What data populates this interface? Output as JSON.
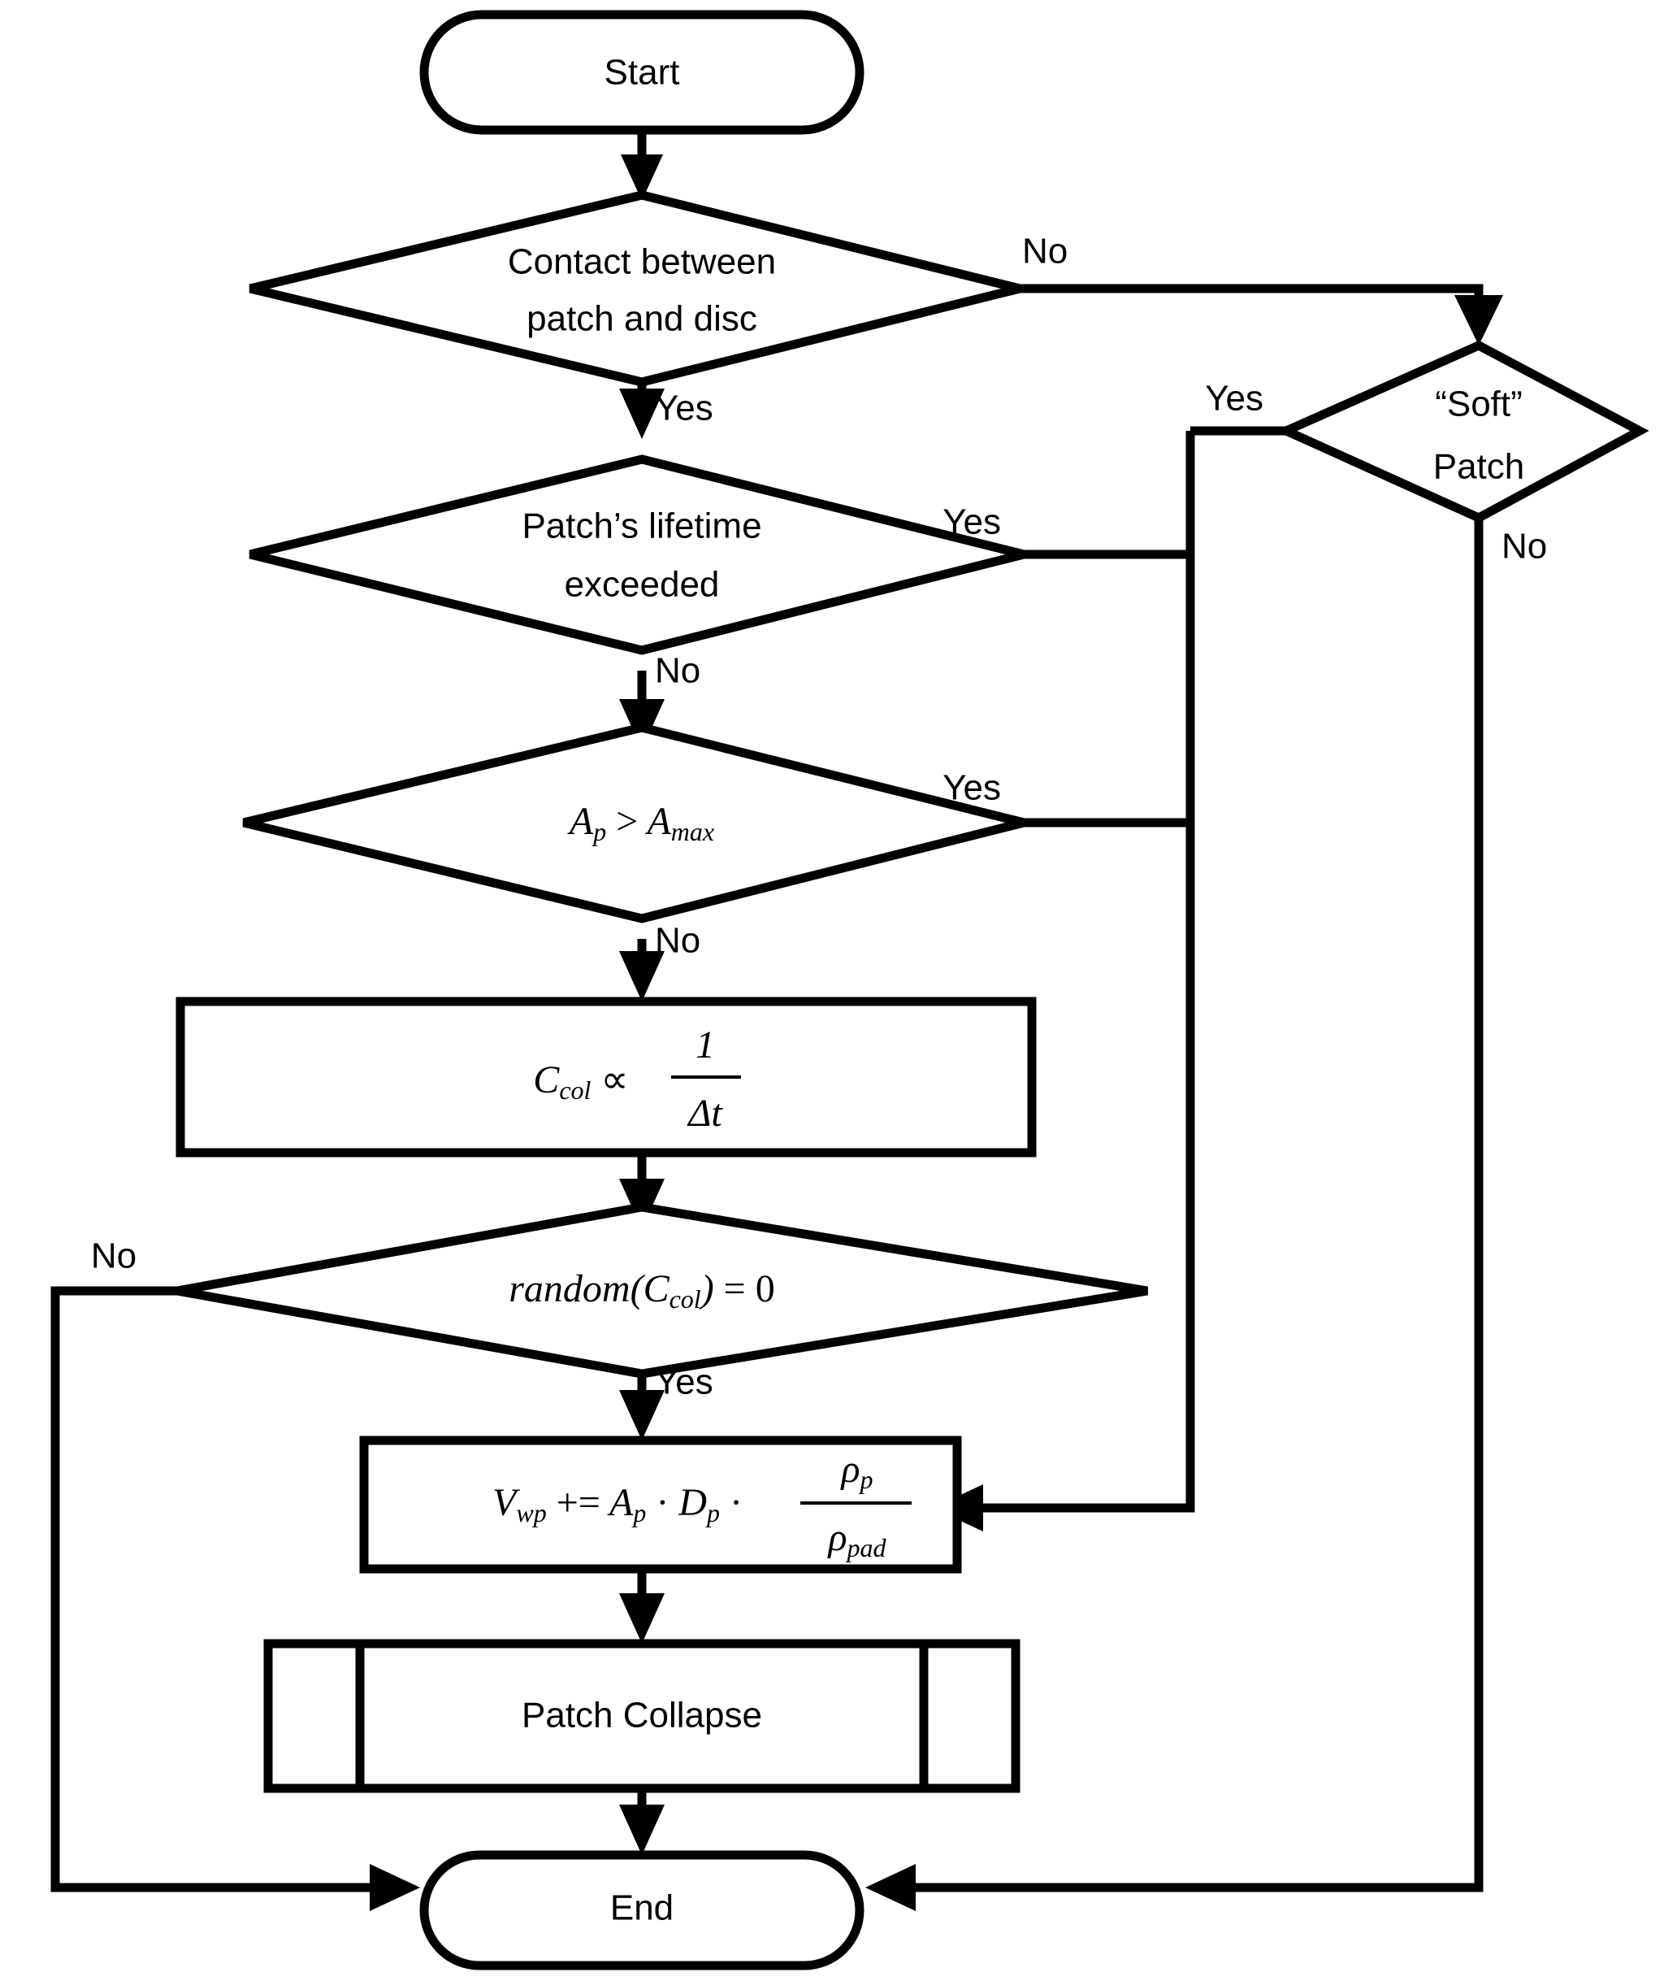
{
  "diagram": {
    "title": "Patch wear / collapse simulation flowchart",
    "background_color": "#ffffff",
    "line_color": "#000000",
    "nodes": [
      {
        "id": "start",
        "type": "terminator",
        "label": "Start"
      },
      {
        "id": "contact",
        "type": "decision",
        "label_line1": "Contact between",
        "label_line2": "patch and disc"
      },
      {
        "id": "soft_patch",
        "type": "decision",
        "label_line1": "“Soft”",
        "label_line2": "Patch"
      },
      {
        "id": "lifetime",
        "type": "decision",
        "label_line1": "Patch’s lifetime",
        "label_line2": "exceeded"
      },
      {
        "id": "area_check",
        "type": "decision",
        "label_math": "A_p > A_max",
        "math_parts": {
          "a1": "A",
          "sub1": "p",
          "op": ">",
          "a2": "A",
          "sub2": "max"
        }
      },
      {
        "id": "ccol",
        "type": "process",
        "label_math": "C_col ∝ 1/Δt",
        "math_parts": {
          "c": "C",
          "sub": "col",
          "prop": "∝",
          "numer": "1",
          "denom": "Δt"
        }
      },
      {
        "id": "random_check",
        "type": "decision",
        "label_math": "random(C_col) = 0",
        "math_parts": {
          "fn": "random(",
          "c": "C",
          "sub": "col",
          "close": ")",
          "eq": "= 0"
        }
      },
      {
        "id": "vwp",
        "type": "process",
        "label_math": "V_wp += A_p · D_p · ρ_p/ρ_pad",
        "math_parts": {
          "v": "V",
          "vsub": "wp",
          "assign": "+=",
          "a": "A",
          "asub": "p",
          "dot1": "·",
          "d": "D",
          "dsub": "p",
          "dot2": "·",
          "rho_num": "ρ",
          "rho_num_sub": "p",
          "rho_den": "ρ",
          "rho_den_sub": "pad"
        }
      },
      {
        "id": "patch_collapse",
        "type": "predefined-process",
        "label": "Patch Collapse"
      },
      {
        "id": "end",
        "type": "terminator",
        "label": "End"
      }
    ],
    "edges": [
      {
        "from": "start",
        "to": "contact",
        "label": ""
      },
      {
        "from": "contact",
        "to": "lifetime",
        "label": "Yes"
      },
      {
        "from": "contact",
        "to": "soft_patch",
        "label": "No"
      },
      {
        "from": "soft_patch",
        "to": "vwp",
        "label": "Yes"
      },
      {
        "from": "soft_patch",
        "to": "end",
        "label": "No"
      },
      {
        "from": "lifetime",
        "to": "vwp",
        "label": "Yes"
      },
      {
        "from": "lifetime",
        "to": "area_check",
        "label": "No"
      },
      {
        "from": "area_check",
        "to": "vwp",
        "label": "Yes"
      },
      {
        "from": "area_check",
        "to": "ccol",
        "label": "No"
      },
      {
        "from": "ccol",
        "to": "random_check",
        "label": ""
      },
      {
        "from": "random_check",
        "to": "vwp",
        "label": "Yes"
      },
      {
        "from": "random_check",
        "to": "end",
        "label": "No"
      },
      {
        "from": "vwp",
        "to": "patch_collapse",
        "label": ""
      },
      {
        "from": "patch_collapse",
        "to": "end",
        "label": ""
      }
    ],
    "edge_labels": {
      "contact_yes": "Yes",
      "contact_no": "No",
      "soft_yes": "Yes",
      "soft_no": "No",
      "lifetime_yes": "Yes",
      "lifetime_no": "No",
      "area_yes": "Yes",
      "area_no": "No",
      "random_yes": "Yes",
      "random_no": "No"
    }
  }
}
